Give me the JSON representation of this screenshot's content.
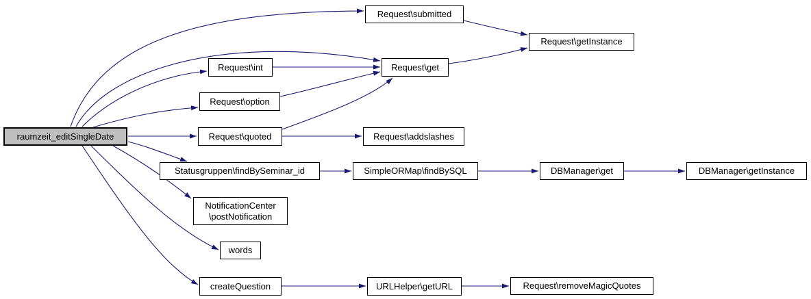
{
  "diagram": {
    "type": "call-graph",
    "edge_color": "#191970",
    "node_fill": "#ffffff",
    "node_border_color": "#000000",
    "highlighted_node_fill": "#bfbfbf",
    "nodes": {
      "main": {
        "label": "raumzeit_editSingleDate",
        "highlighted": true
      },
      "submitted": {
        "label": "Request\\submitted"
      },
      "getinstance": {
        "label": "Request\\getInstance"
      },
      "int": {
        "label": "Request\\int"
      },
      "get": {
        "label": "Request\\get"
      },
      "option": {
        "label": "Request\\option"
      },
      "quoted": {
        "label": "Request\\quoted"
      },
      "addslashes": {
        "label": "Request\\addslashes"
      },
      "statusgruppen": {
        "label": "Statusgruppen\\findBySeminar_id"
      },
      "simpleormap": {
        "label": "SimpleORMap\\findBySQL"
      },
      "dbget": {
        "label": "DBManager\\get"
      },
      "dbgetinstance": {
        "label": "DBManager\\getInstance"
      },
      "notification": {
        "label": "NotificationCenter\n\\postNotification"
      },
      "words": {
        "label": "words"
      },
      "createquestion": {
        "label": "createQuestion"
      },
      "urlhelper": {
        "label": "URLHelper\\getURL"
      },
      "removemagic": {
        "label": "Request\\removeMagicQuotes"
      }
    },
    "edges": [
      {
        "from": "raumzeit_editSingleDate",
        "to": "Request\\submitted"
      },
      {
        "from": "raumzeit_editSingleDate",
        "to": "Request\\get"
      },
      {
        "from": "raumzeit_editSingleDate",
        "to": "Request\\int"
      },
      {
        "from": "raumzeit_editSingleDate",
        "to": "Request\\option"
      },
      {
        "from": "raumzeit_editSingleDate",
        "to": "Request\\quoted"
      },
      {
        "from": "raumzeit_editSingleDate",
        "to": "Statusgruppen\\findBySeminar_id"
      },
      {
        "from": "raumzeit_editSingleDate",
        "to": "NotificationCenter\\postNotification"
      },
      {
        "from": "raumzeit_editSingleDate",
        "to": "words"
      },
      {
        "from": "raumzeit_editSingleDate",
        "to": "createQuestion"
      },
      {
        "from": "Request\\submitted",
        "to": "Request\\getInstance"
      },
      {
        "from": "Request\\get",
        "to": "Request\\getInstance"
      },
      {
        "from": "Request\\int",
        "to": "Request\\get"
      },
      {
        "from": "Request\\option",
        "to": "Request\\get"
      },
      {
        "from": "Request\\quoted",
        "to": "Request\\get"
      },
      {
        "from": "Request\\quoted",
        "to": "Request\\addslashes"
      },
      {
        "from": "Statusgruppen\\findBySeminar_id",
        "to": "SimpleORMap\\findBySQL"
      },
      {
        "from": "SimpleORMap\\findBySQL",
        "to": "DBManager\\get"
      },
      {
        "from": "DBManager\\get",
        "to": "DBManager\\getInstance"
      },
      {
        "from": "createQuestion",
        "to": "URLHelper\\getURL"
      },
      {
        "from": "URLHelper\\getURL",
        "to": "Request\\removeMagicQuotes"
      }
    ]
  }
}
